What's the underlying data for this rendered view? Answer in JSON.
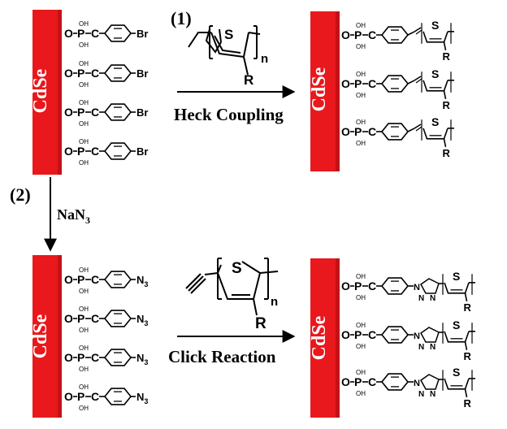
{
  "step1": {
    "label": "(1)",
    "reaction": "Heck Coupling",
    "polymer": {
      "hetero": "S",
      "substituent": "R",
      "repeat": "n"
    }
  },
  "step2": {
    "label": "(2)",
    "reagent_main": "NaN",
    "reagent_sub": "3",
    "reaction": "Click Reaction",
    "polymer": {
      "hetero": "S",
      "substituent": "R",
      "repeat": "n"
    }
  },
  "particle_label": "CdSe",
  "ligand": {
    "o": "O",
    "p": "P",
    "oh": "OH",
    "c": "C",
    "br": "Br",
    "azide_main": "N",
    "azide_sub": "3",
    "triazole_n": "N"
  },
  "product_unit": {
    "hetero": "S",
    "substituent": "R"
  },
  "colors": {
    "particle": "#e8181c",
    "particle_dark": "#a50c10",
    "ink": "#000000"
  }
}
